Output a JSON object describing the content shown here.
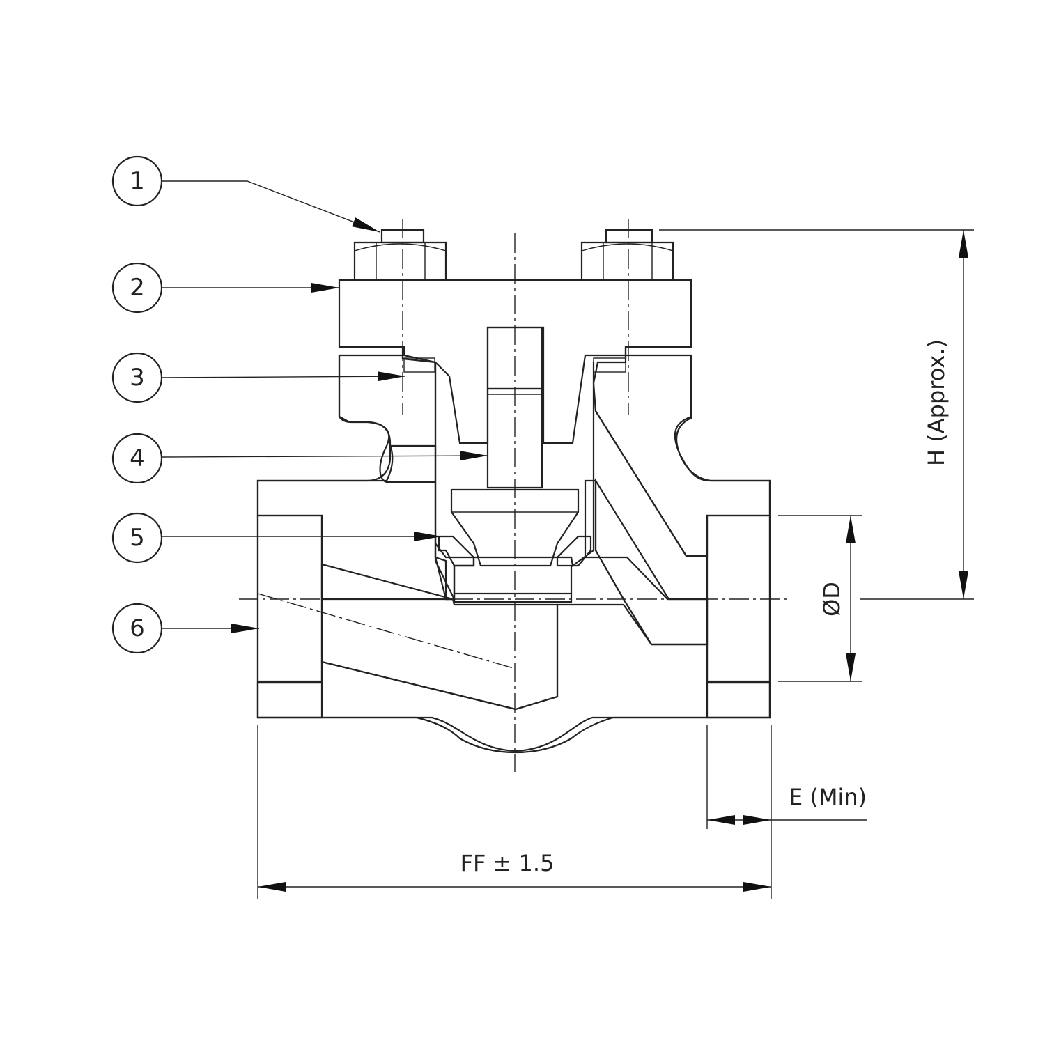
{
  "callouts": [
    {
      "number": "1"
    },
    {
      "number": "2"
    },
    {
      "number": "3"
    },
    {
      "number": "4"
    },
    {
      "number": "5"
    },
    {
      "number": "6"
    }
  ],
  "dimensions": {
    "height": "H (Approx.)",
    "diameter": "ØD",
    "socket_depth": "E (Min)",
    "face_to_face": "FF ± 1.5"
  }
}
